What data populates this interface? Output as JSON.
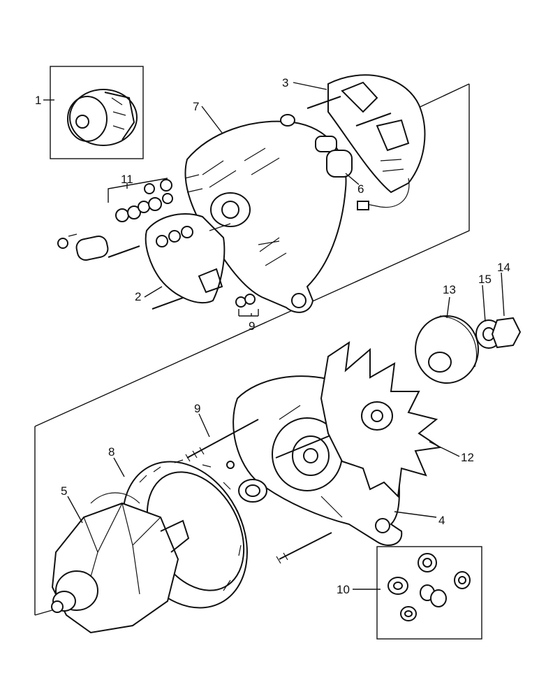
{
  "callouts": {
    "c1": "1",
    "c2": "2",
    "c3": "3",
    "c4": "4",
    "c5": "5",
    "c6": "6",
    "c7": "7",
    "c8": "8",
    "c9_upper": "9",
    "c9_lower": "9",
    "c10": "10",
    "c11": "11",
    "c12": "12",
    "c13": "13",
    "c14": "14",
    "c15": "15"
  }
}
